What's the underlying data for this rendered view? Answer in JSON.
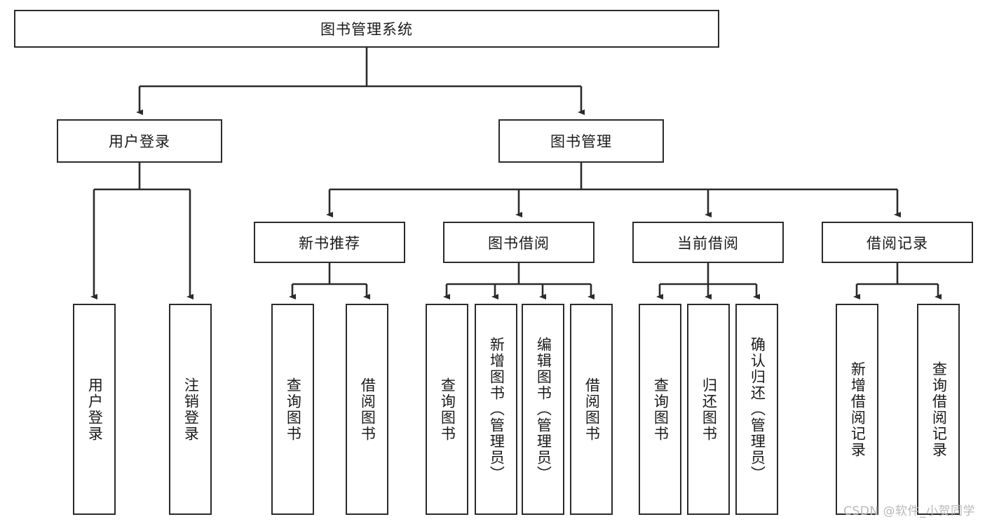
{
  "diagram": {
    "type": "tree-hierarchy",
    "title": "图书管理系统",
    "root": {
      "label": "图书管理系统"
    },
    "level2": [
      {
        "label": "用户登录"
      },
      {
        "label": "图书管理"
      }
    ],
    "level3": [
      {
        "label": "新书推荐"
      },
      {
        "label": "图书借阅"
      },
      {
        "label": "当前借阅"
      },
      {
        "label": "借阅记录"
      }
    ],
    "leaves": {
      "user_login": [
        {
          "label": "用户登录"
        },
        {
          "label": "注销登录"
        }
      ],
      "new_book_recommend": [
        {
          "label": "查询图书"
        },
        {
          "label": "借阅图书"
        }
      ],
      "book_borrow": [
        {
          "label": "查询图书"
        },
        {
          "label": "新增图书（管理员）"
        },
        {
          "label": "编辑图书（管理员）"
        },
        {
          "label": "借阅图书"
        }
      ],
      "current_borrow": [
        {
          "label": "查询图书"
        },
        {
          "label": "归还图书"
        },
        {
          "label": "确认归还（管理员）"
        }
      ],
      "borrow_record": [
        {
          "label": "新增借阅记录"
        },
        {
          "label": "查询借阅记录"
        }
      ]
    }
  },
  "watermark": {
    "text": "CSDN @软件_小贺同学"
  },
  "colors": {
    "border": "#2b2b2b",
    "text": "#1a1a1a",
    "background": "#ffffff",
    "watermark": "#b8b8b8"
  }
}
